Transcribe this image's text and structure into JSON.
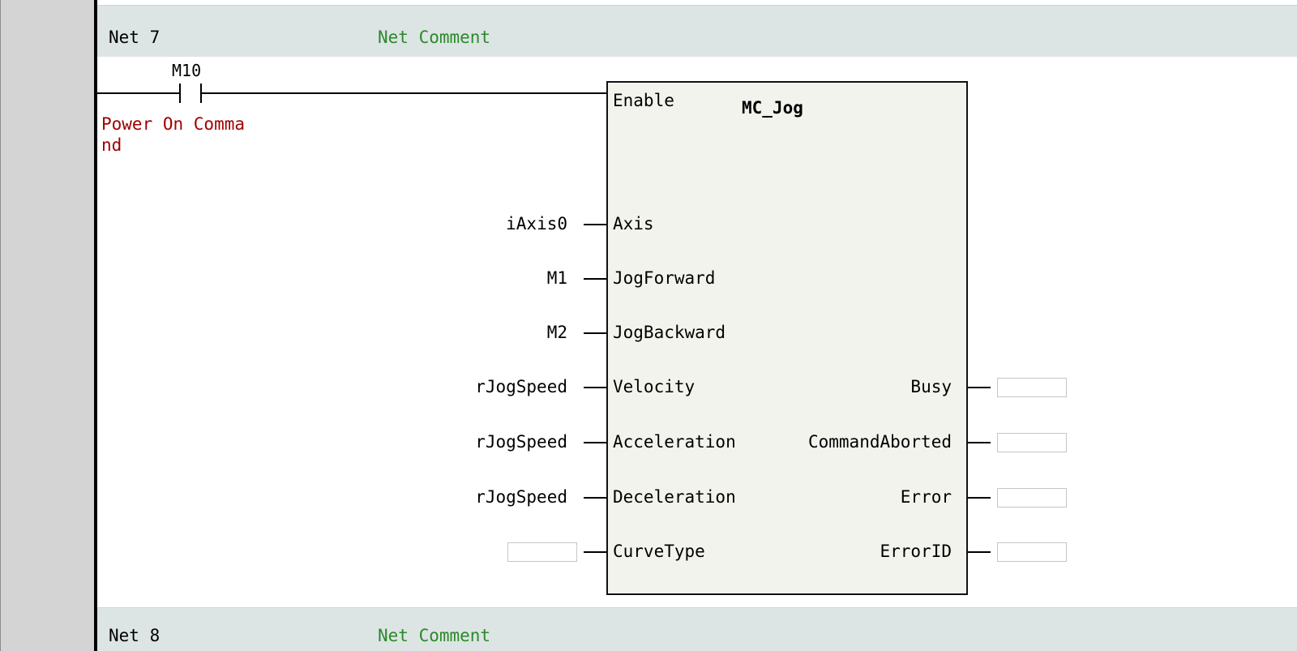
{
  "networks": [
    {
      "label": "Net 7",
      "comment": "Net Comment"
    },
    {
      "label": "Net 8",
      "comment": "Net Comment"
    }
  ],
  "contact": {
    "address": "M10",
    "comment_line1": "Power On Comma",
    "comment_line2": "nd"
  },
  "function_block": {
    "name": "MC_Jog",
    "enable_pin": "Enable",
    "inputs": [
      {
        "pin": "Axis",
        "variable": "iAxis0"
      },
      {
        "pin": "JogForward",
        "variable": "M1"
      },
      {
        "pin": "JogBackward",
        "variable": "M2"
      },
      {
        "pin": "Velocity",
        "variable": "rJogSpeed"
      },
      {
        "pin": "Acceleration",
        "variable": "rJogSpeed"
      },
      {
        "pin": "Deceleration",
        "variable": "rJogSpeed"
      },
      {
        "pin": "CurveType",
        "variable": ""
      }
    ],
    "outputs": [
      {
        "pin": "Busy",
        "variable": ""
      },
      {
        "pin": "CommandAborted",
        "variable": ""
      },
      {
        "pin": "Error",
        "variable": ""
      },
      {
        "pin": "ErrorID",
        "variable": ""
      }
    ]
  },
  "colors": {
    "header_bg": "#dde4e4",
    "comment_green": "#2a8a2a",
    "contact_comment_red": "#a00000",
    "block_bg": "#f3f3ee"
  }
}
